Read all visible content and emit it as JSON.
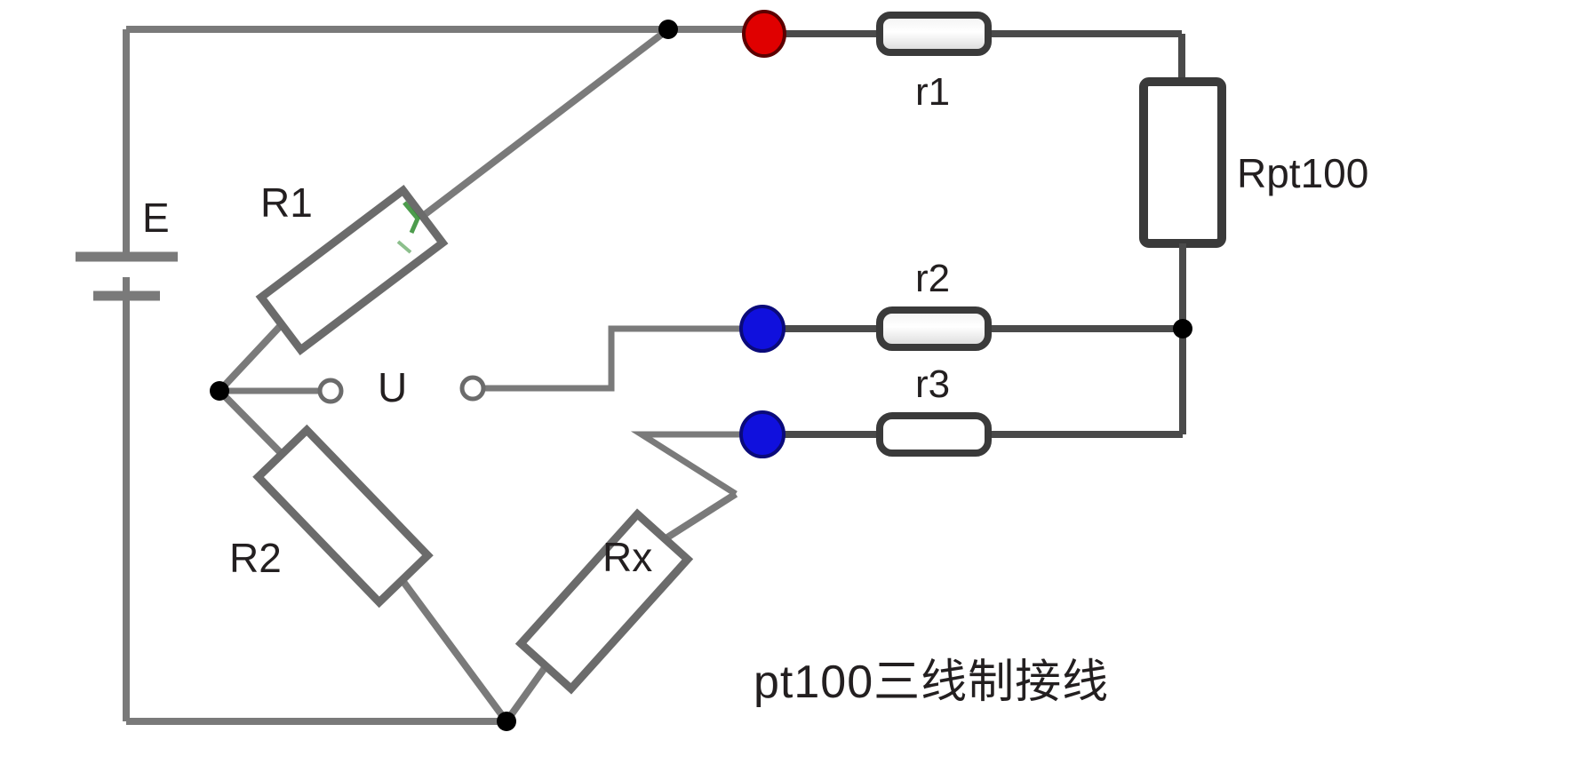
{
  "diagram": {
    "title": "pt100三线制接线",
    "background_color": "#ffffff",
    "wire_color": "#7a7a7a",
    "wire_color_dark": "#3a3a3a",
    "component_outline_color": "#6b6b6b",
    "terminal_red_color": "#e00000",
    "terminal_blue_color": "#1010dd",
    "node_color": "#000000",
    "text_color": "#231f20"
  },
  "labels": {
    "source": "E",
    "bridge_r1": "R1",
    "bridge_r2": "R2",
    "bridge_rx": "Rx",
    "voltage": "U",
    "lead_r1": "r1",
    "lead_r2": "r2",
    "lead_r3": "r3",
    "sensor": "Rpt100",
    "caption": "pt100三线制接线"
  },
  "components": [
    {
      "name": "battery",
      "label": "E",
      "type": "dc-source",
      "orientation": "vertical"
    },
    {
      "name": "R1",
      "label": "R1",
      "type": "resistor",
      "orientation": "diagonal-up-right"
    },
    {
      "name": "R2",
      "label": "R2",
      "type": "resistor",
      "orientation": "diagonal-down-right"
    },
    {
      "name": "Rx",
      "label": "Rx",
      "type": "resistor",
      "orientation": "diagonal-up-right"
    },
    {
      "name": "r1",
      "label": "r1",
      "type": "lead-resistor",
      "orientation": "horizontal"
    },
    {
      "name": "r2",
      "label": "r2",
      "type": "lead-resistor",
      "orientation": "horizontal"
    },
    {
      "name": "r3",
      "label": "r3",
      "type": "lead-resistor",
      "orientation": "horizontal"
    },
    {
      "name": "Rpt100",
      "label": "Rpt100",
      "type": "resistor",
      "orientation": "vertical"
    }
  ],
  "terminals": [
    {
      "name": "terminal-red-r1",
      "color": "#e00000",
      "shape": "filled-circle"
    },
    {
      "name": "terminal-blue-r2",
      "color": "#1010dd",
      "shape": "filled-circle"
    },
    {
      "name": "terminal-blue-r3",
      "color": "#1010dd",
      "shape": "filled-circle"
    },
    {
      "name": "terminal-u-left",
      "color": "#ffffff",
      "shape": "open-circle"
    },
    {
      "name": "terminal-u-right",
      "color": "#ffffff",
      "shape": "open-circle"
    }
  ]
}
